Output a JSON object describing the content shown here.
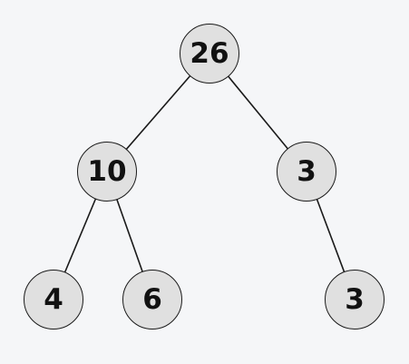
{
  "tree": {
    "nodes": [
      {
        "id": "root",
        "value": "26"
      },
      {
        "id": "left",
        "value": "10"
      },
      {
        "id": "right",
        "value": "3"
      },
      {
        "id": "left-left",
        "value": "4"
      },
      {
        "id": "left-right",
        "value": "6"
      },
      {
        "id": "right-right",
        "value": "3"
      }
    ],
    "edges": [
      [
        "root",
        "left"
      ],
      [
        "root",
        "right"
      ],
      [
        "left",
        "left-left"
      ],
      [
        "left",
        "left-right"
      ],
      [
        "right",
        "right-right"
      ]
    ]
  },
  "colors": {
    "background": "#f5f6f8",
    "node_fill": "#e0e0e0",
    "stroke": "#1a1a1a"
  }
}
